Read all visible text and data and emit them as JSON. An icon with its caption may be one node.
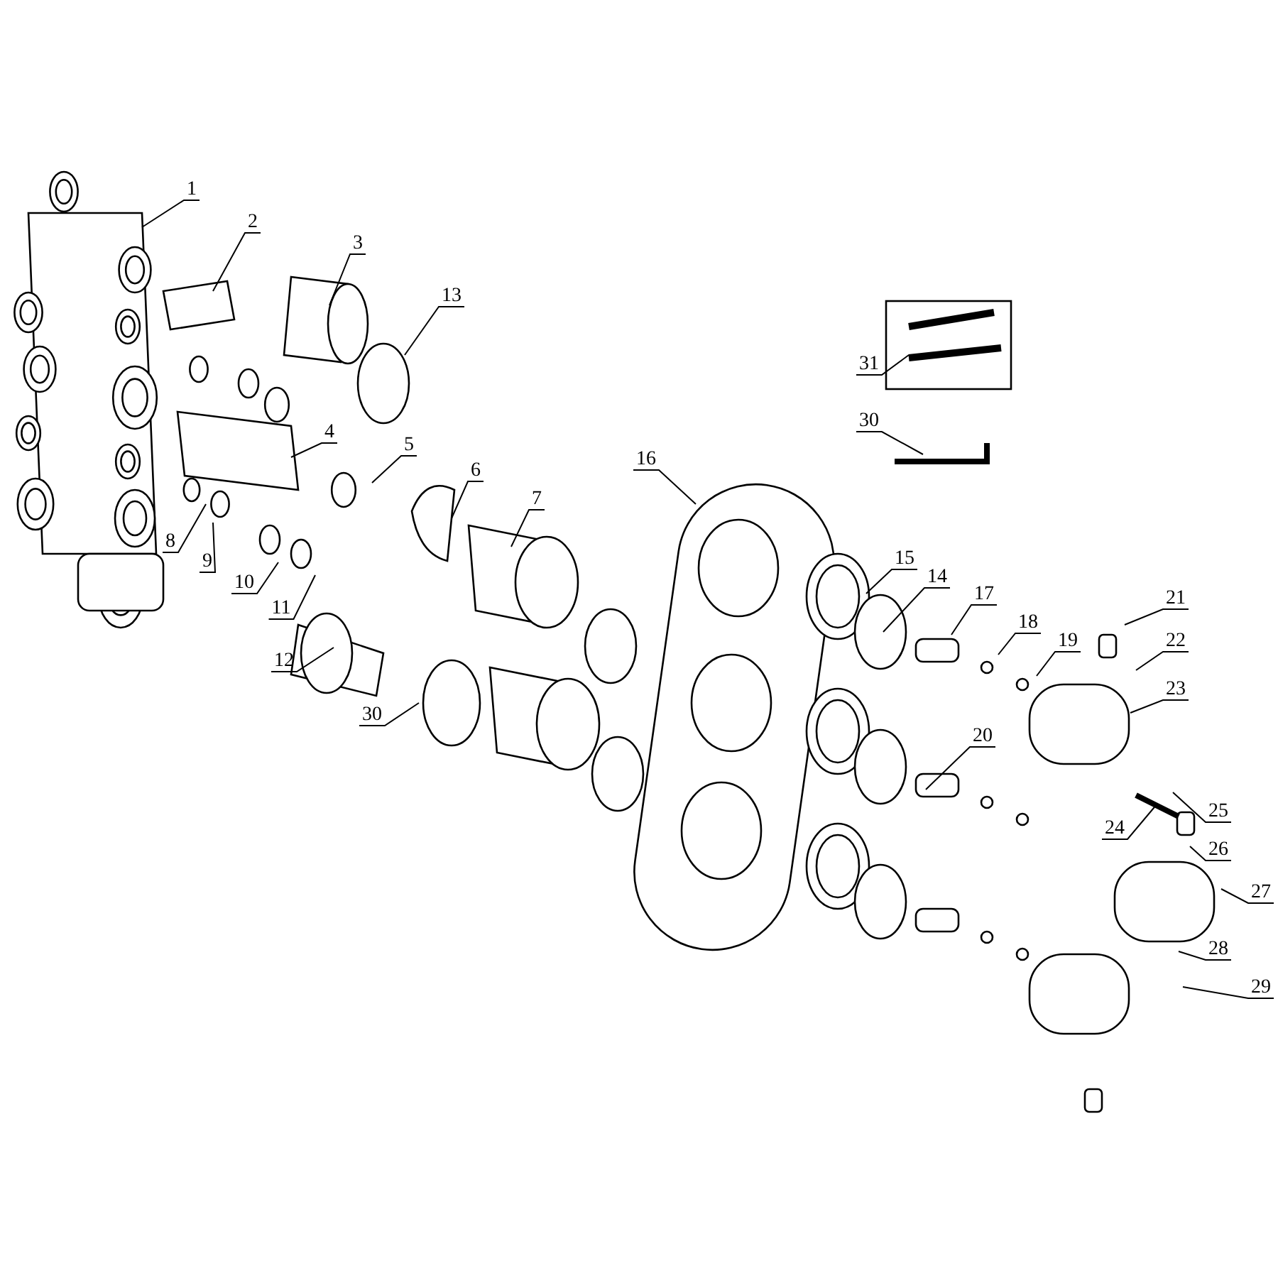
{
  "diagram": {
    "nodes": [
      {
        "text": [
          "1"
        ]
      },
      {
        "text": [
          "2"
        ]
      },
      {
        "text": [
          "3"
        ]
      },
      {
        "text": [
          "13"
        ]
      },
      {
        "text": [
          "31"
        ]
      },
      {
        "text": [
          "30"
        ]
      },
      {
        "text": [
          "4"
        ]
      },
      {
        "text": [
          "5"
        ]
      },
      {
        "text": [
          "16"
        ]
      },
      {
        "text": [
          "6"
        ]
      },
      {
        "text": [
          "7"
        ]
      },
      {
        "text": [
          "8"
        ]
      },
      {
        "text": [
          "9"
        ]
      },
      {
        "text": [
          "10"
        ]
      },
      {
        "text": [
          "15"
        ]
      },
      {
        "text": [
          "11"
        ]
      },
      {
        "text": [
          "14"
        ]
      },
      {
        "text": [
          "17"
        ]
      },
      {
        "text": [
          "21"
        ]
      },
      {
        "text": [
          "18"
        ]
      },
      {
        "text": [
          "12"
        ]
      },
      {
        "text": [
          "19"
        ]
      },
      {
        "text": [
          "22"
        ]
      },
      {
        "text": [
          "23"
        ]
      },
      {
        "text": [
          "30"
        ]
      },
      {
        "text": [
          "20"
        ]
      },
      {
        "text": [
          "25"
        ]
      },
      {
        "text": [
          "24"
        ]
      },
      {
        "text": [
          "26"
        ]
      },
      {
        "text": [
          "27"
        ]
      },
      {
        "text": [
          "28"
        ]
      },
      {
        "text": [
          "29"
        ]
      }
    ],
    "edges": [
      {
        "from": 0,
        "to": null,
        "arrow": "none"
      },
      {
        "from": 1,
        "to": null,
        "arrow": "none"
      },
      {
        "from": 2,
        "to": null,
        "arrow": "none"
      },
      {
        "from": 3,
        "to": null,
        "arrow": "none"
      },
      {
        "from": 4,
        "to": null,
        "arrow": "none"
      },
      {
        "from": 5,
        "to": null,
        "arrow": "none"
      },
      {
        "from": 6,
        "to": null,
        "arrow": "none"
      },
      {
        "from": 7,
        "to": null,
        "arrow": "none"
      },
      {
        "from": 8,
        "to": null,
        "arrow": "none"
      },
      {
        "from": 9,
        "to": null,
        "arrow": "none"
      },
      {
        "from": 10,
        "to": null,
        "arrow": "none"
      },
      {
        "from": 11,
        "to": null,
        "arrow": "none"
      },
      {
        "from": 12,
        "to": null,
        "arrow": "none"
      },
      {
        "from": 13,
        "to": null,
        "arrow": "none"
      },
      {
        "from": 14,
        "to": null,
        "arrow": "none"
      },
      {
        "from": 15,
        "to": null,
        "arrow": "none"
      },
      {
        "from": 16,
        "to": null,
        "arrow": "none"
      },
      {
        "from": 17,
        "to": null,
        "arrow": "none"
      },
      {
        "from": 18,
        "to": null,
        "arrow": "none"
      },
      {
        "from": 19,
        "to": null,
        "arrow": "none"
      },
      {
        "from": 20,
        "to": null,
        "arrow": "none"
      },
      {
        "from": 21,
        "to": null,
        "arrow": "none"
      },
      {
        "from": 22,
        "to": null,
        "arrow": "none"
      },
      {
        "from": 23,
        "to": null,
        "arrow": "none"
      },
      {
        "from": 24,
        "to": null,
        "arrow": "none"
      },
      {
        "from": 25,
        "to": null,
        "arrow": "none"
      },
      {
        "from": 26,
        "to": null,
        "arrow": "none"
      },
      {
        "from": 27,
        "to": null,
        "arrow": "none"
      },
      {
        "from": 28,
        "to": null,
        "arrow": "none"
      },
      {
        "from": 29,
        "to": null,
        "arrow": "none"
      },
      {
        "from": 30,
        "to": null,
        "arrow": "none"
      },
      {
        "from": 31,
        "to": null,
        "arrow": "none"
      }
    ]
  }
}
